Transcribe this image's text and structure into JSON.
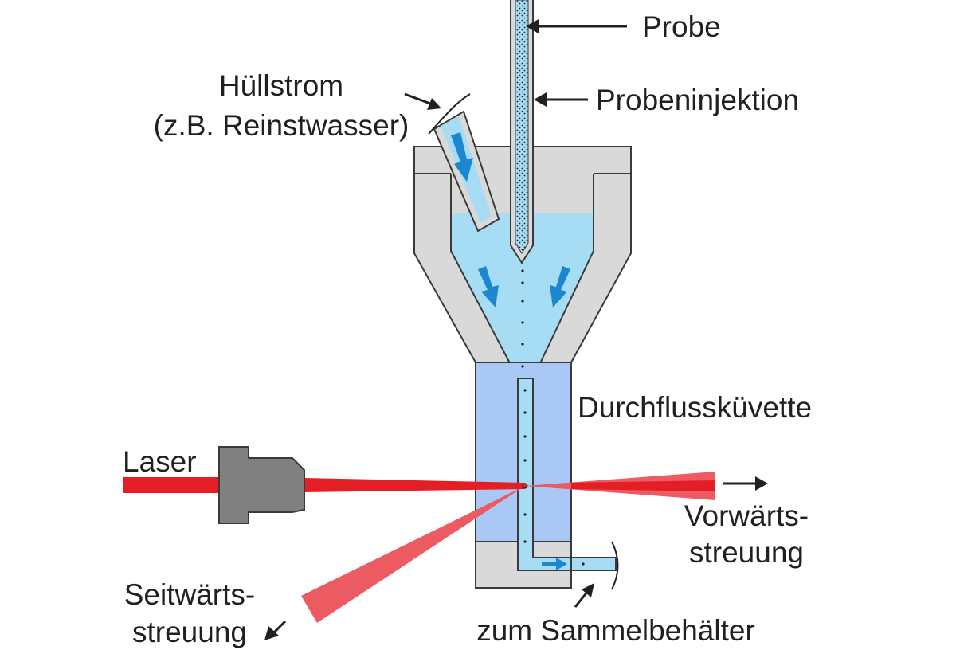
{
  "labels": {
    "probe": "Probe",
    "injection": "Probeninjektion",
    "sheath_line1": "Hüllstrom",
    "sheath_line2": "(z.B. Reinstwasser)",
    "cuvette": "Durchflussküvette",
    "laser": "Laser",
    "forward_line1": "Vorwärts-",
    "forward_line2": "streuung",
    "side_line1": "Seitwärts-",
    "side_line2": "streuung",
    "collector": "zum Sammelbehälter"
  },
  "colors": {
    "housing": "#d9d9d9",
    "housing_stroke": "#3a3a3a",
    "fluid": "#a6dcf4",
    "cuvette": "#a9c8f5",
    "laser": "#e31e24",
    "scatter": "#ec5a62",
    "flow_arrow": "#1b87d1",
    "laser_body": "#808080",
    "particle": "#231f20"
  }
}
